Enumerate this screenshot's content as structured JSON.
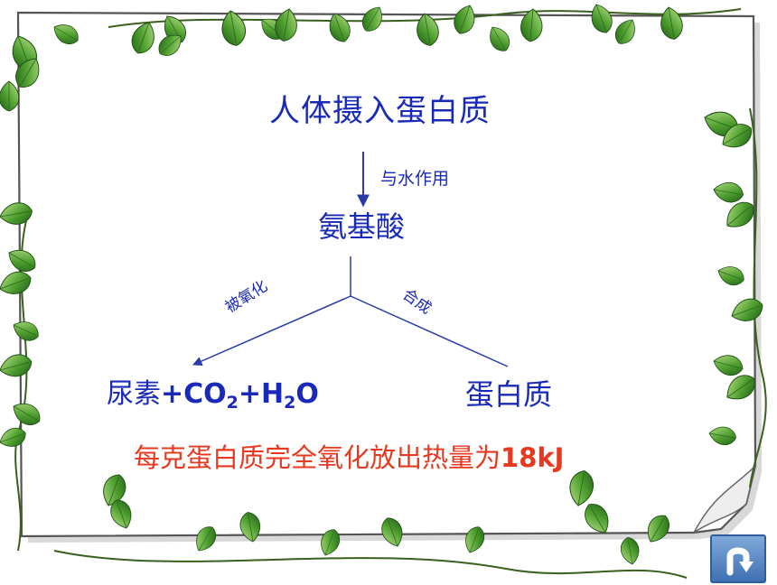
{
  "diagram": {
    "nodes": {
      "title": "人体摄入蛋白质",
      "amino_acid": "氨基酸",
      "urea_prefix": "尿素",
      "urea_co": "+CO",
      "urea_sub2": "2",
      "urea_h": "+H",
      "urea_sub2b": "2",
      "urea_o": "O",
      "protein": "蛋白质"
    },
    "edges": {
      "water": "与水作用",
      "oxidized": "被氧化",
      "synthesis": "合成"
    },
    "footnote_text": "每克蛋白质完全氧化放出热量为",
    "footnote_value": "18kJ"
  },
  "colors": {
    "text_blue": "#1a2ab8",
    "arrow_blue": "#2a3aa8",
    "footnote_red": "#e8381f",
    "leaf_green": "#3e8f2a",
    "button_blue": "#4f80c0"
  },
  "icons": {
    "back_button": "undo-arrow-icon",
    "decoration": "ivy-vine-icon"
  }
}
